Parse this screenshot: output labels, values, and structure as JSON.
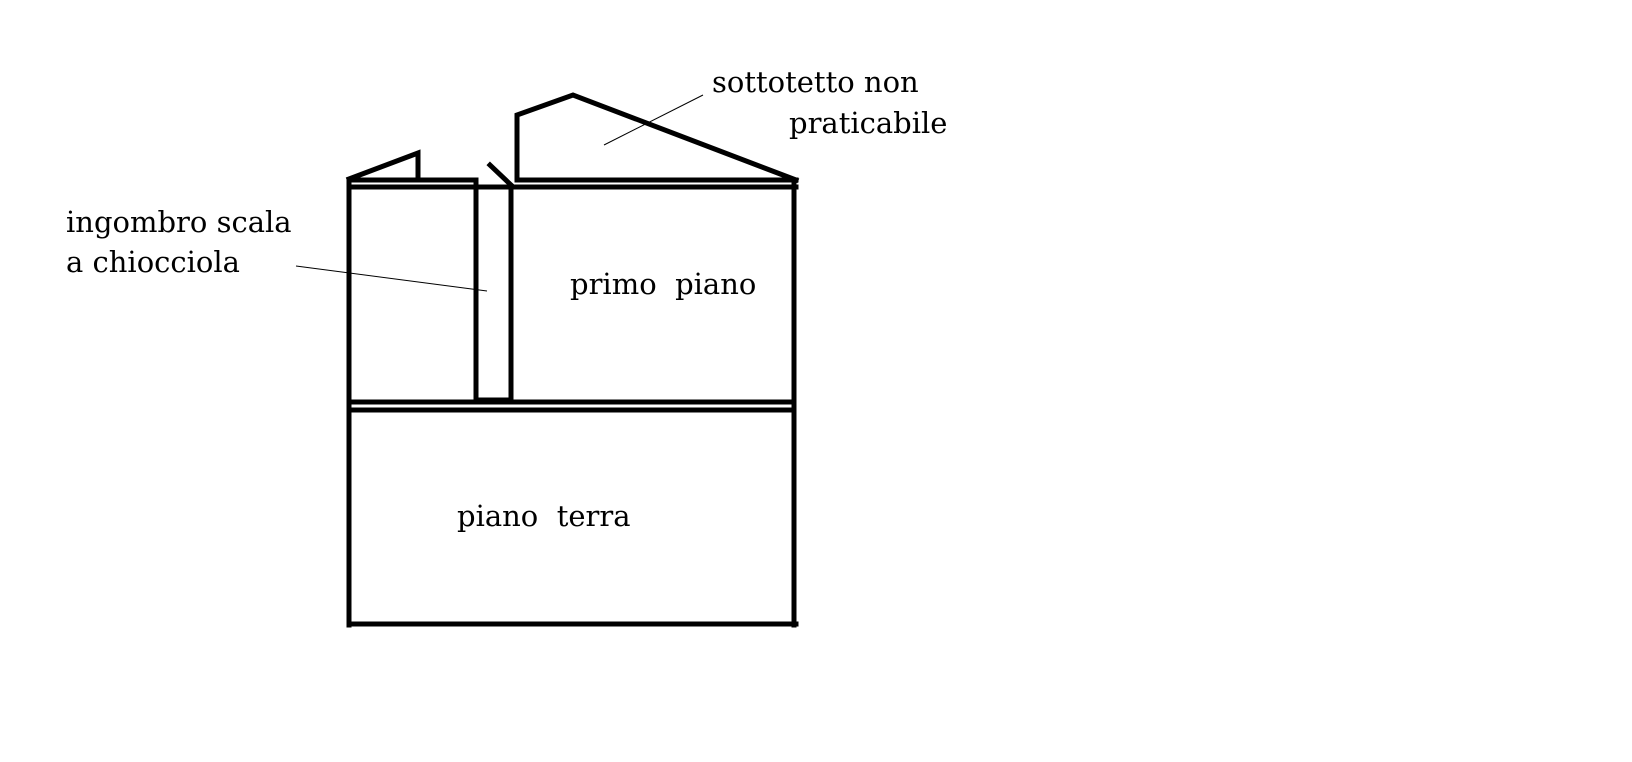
{
  "labels": {
    "attic_line1": "sottotetto non",
    "attic_line2": "praticabile",
    "stair_line1": "ingombro scala",
    "stair_line2": "a chiocciola",
    "first_floor": "primo  piano",
    "ground_floor": "piano  terra"
  },
  "colors": {
    "ink": "#000000",
    "background": "#ffffff"
  }
}
